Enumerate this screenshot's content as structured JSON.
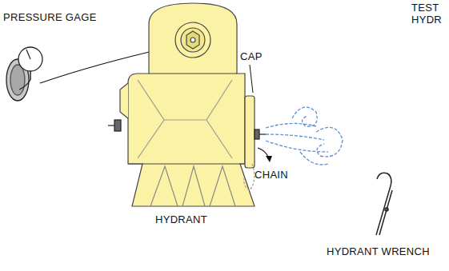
{
  "diagram": {
    "labels": [
      "PRESSURE GAGE",
      "CAP",
      "CHAIN",
      "HYDRANT",
      "HYDRANT WRENCH",
      "TEST",
      "HYDR"
    ]
  }
}
